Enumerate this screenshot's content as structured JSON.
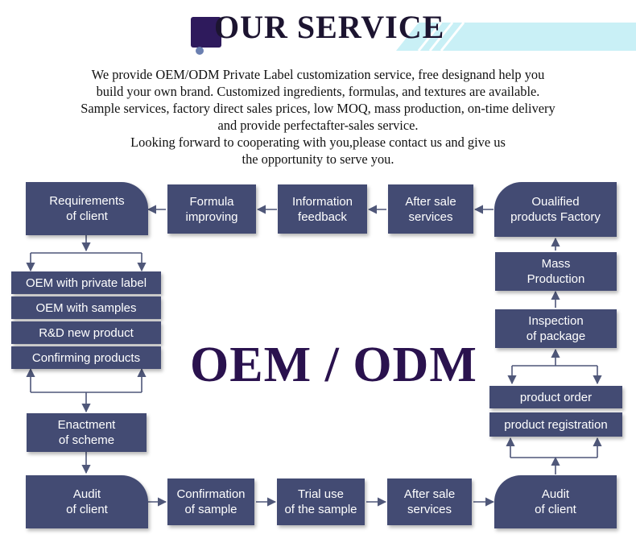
{
  "header": {
    "title": "OUR SERVICE",
    "accent_color": "#2e1a5c",
    "stripe_color": "#c9f0f6"
  },
  "intro": {
    "lines": [
      "We provide OEM/ODM Private Label customization service, free designand help you",
      "build your own brand. Customized ingredients, formulas, and textures are available.",
      "Sample services, factory direct sales prices, low MOQ, mass production, on-time delivery",
      "and provide perfectafter-sales service.",
      "Looking forward to cooperating with you,please contact us and give us",
      "the opportunity to serve you."
    ]
  },
  "center_label": "OEM / ODM",
  "colors": {
    "box": "#434b73",
    "arrow": "#4f5779",
    "center": "#2a124e"
  },
  "flow": {
    "top_row": {
      "requirements": "Requirements\nof client",
      "formula": "Formula\nimproving",
      "information": "Information\nfeedback",
      "after_sale": "After sale\nservices",
      "qualified": "Oualified\nproducts Factory"
    },
    "left_stack": [
      "OEM with private label",
      "OEM with samples",
      "R&D new product",
      "Confirming products"
    ],
    "enactment": "Enactment\nof scheme",
    "bottom_row": {
      "audit_left": "Audit\nof  client",
      "confirmation": "Confirmation\nof sample",
      "trial": "Trial use\nof the sample",
      "after_sale": "After sale\nservices",
      "audit_right": "Audit\nof client"
    },
    "right_stack": {
      "mass": "Mass\nProduction",
      "inspection": "Inspection\nof package",
      "order": "product order",
      "registration": "product registration"
    }
  }
}
